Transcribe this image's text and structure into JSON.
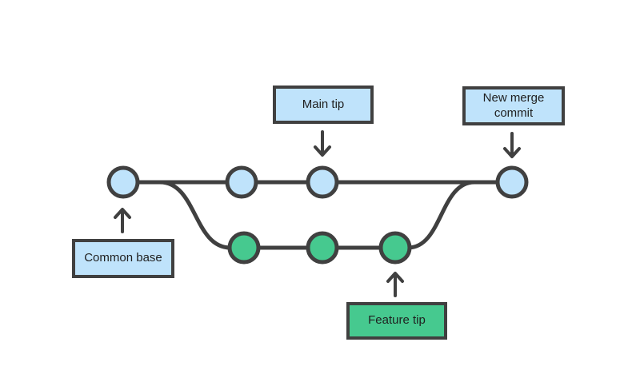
{
  "colors": {
    "background": "#ffffff",
    "stroke": "#404040",
    "text": "#1f1f1f",
    "main_commit_fill": "#bfe3fb",
    "feature_commit_fill": "#46c98f",
    "main_label_fill": "#bfe3fb",
    "feature_label_fill": "#46c98f"
  },
  "labels": {
    "main_tip": "Main tip",
    "new_merge_commit": "New merge commit",
    "common_base": "Common base",
    "feature_tip": "Feature tip"
  },
  "structure": {
    "main_branch_commit_count": 4,
    "feature_branch_commit_count": 3,
    "description_of_arrows": {
      "main_tip": "points down to third main commit",
      "new_merge_commit": "points down to last main commit",
      "common_base": "points up to first main commit",
      "feature_tip": "points up to last feature commit"
    }
  }
}
